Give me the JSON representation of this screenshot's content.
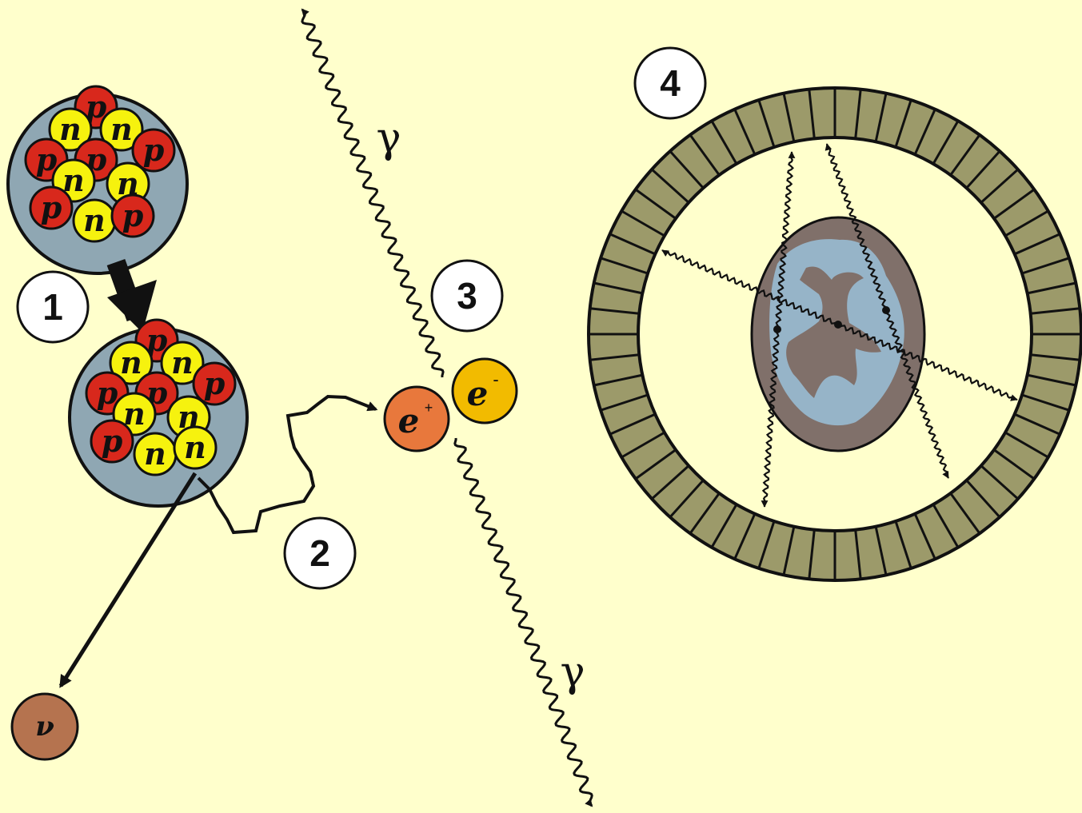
{
  "colors": {
    "background": "#ffffcc",
    "nucleus": "#8fa7b3",
    "proton": "#d8281c",
    "neutron": "#f6f20e",
    "positron": "#e8783c",
    "electron": "#f2bb00",
    "neutrino": "#b5734f",
    "detector": "#9c9a6a",
    "brain_outer": "#80706a",
    "brain_inner": "#96b4c8"
  },
  "nucleons": {
    "proton": "p",
    "neutron": "n"
  },
  "steps": [
    "1",
    "2",
    "3",
    "4"
  ],
  "particles": {
    "positron": {
      "symbol": "e",
      "charge": "+"
    },
    "electron": {
      "symbol": "e",
      "charge": "-"
    },
    "neutrino": {
      "symbol": "ν"
    },
    "gamma": "γ"
  },
  "icons": [
    "nucleus-before-decay",
    "nucleus-after-decay",
    "decay-arrow",
    "gamma-photon",
    "detector-ring",
    "brain-section"
  ]
}
